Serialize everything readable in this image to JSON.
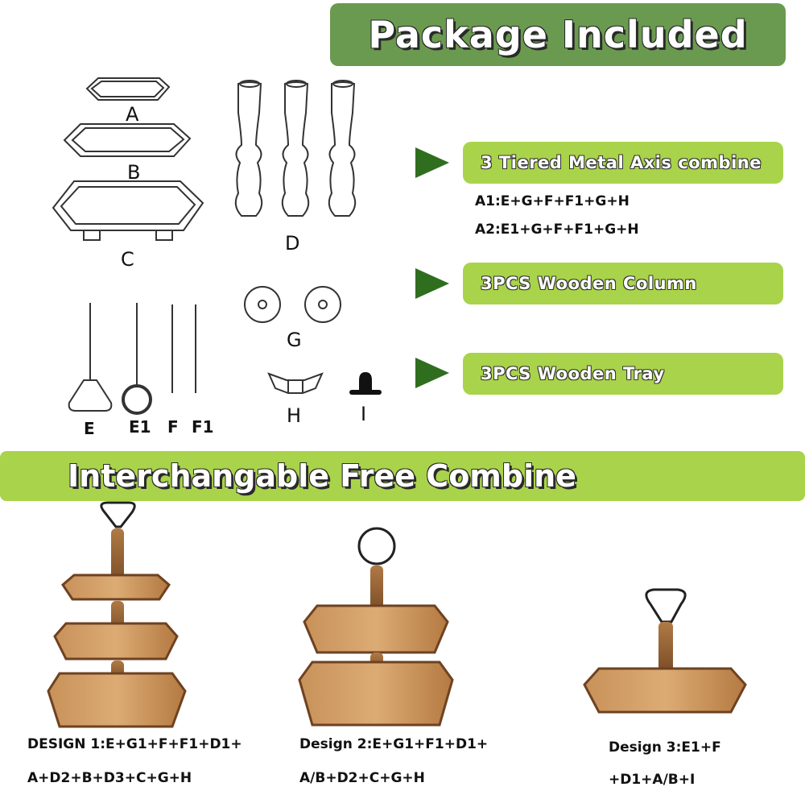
{
  "header": {
    "title": "Package Included"
  },
  "parts": {
    "a": "A",
    "b": "B",
    "c": "C",
    "d": "D",
    "g": "G",
    "h": "H",
    "i": "I",
    "e": "E",
    "e1": "E1",
    "f": "F",
    "f1": "F1"
  },
  "features": [
    {
      "label": "3 Tiered Metal Axis combine"
    },
    {
      "label": "3PCS Wooden Column"
    },
    {
      "label": "3PCS Wooden Tray"
    }
  ],
  "formulas": {
    "a1": "A1:E+G+F+F1+G+H",
    "a2": "A2:E1+G+F+F1+G+H"
  },
  "banner": {
    "title": "Interchangable Free Combine"
  },
  "designs": [
    {
      "line1": "DESIGN 1:E+G1+F+F1+D1+",
      "line2": "A+D2+B+D3+C+G+H"
    },
    {
      "line1": "Design 2:E+G1+F1+D1+",
      "line2": "A/B+D2+C+G+H"
    },
    {
      "line1": "Design 3:E1+F",
      "line2": "+D1+A/B+I"
    }
  ],
  "colors": {
    "header_bg": "#6a9a4f",
    "pill_bg": "#a9d34a",
    "arrow": "#2f6e1f",
    "wood": "#8a5a2b"
  }
}
